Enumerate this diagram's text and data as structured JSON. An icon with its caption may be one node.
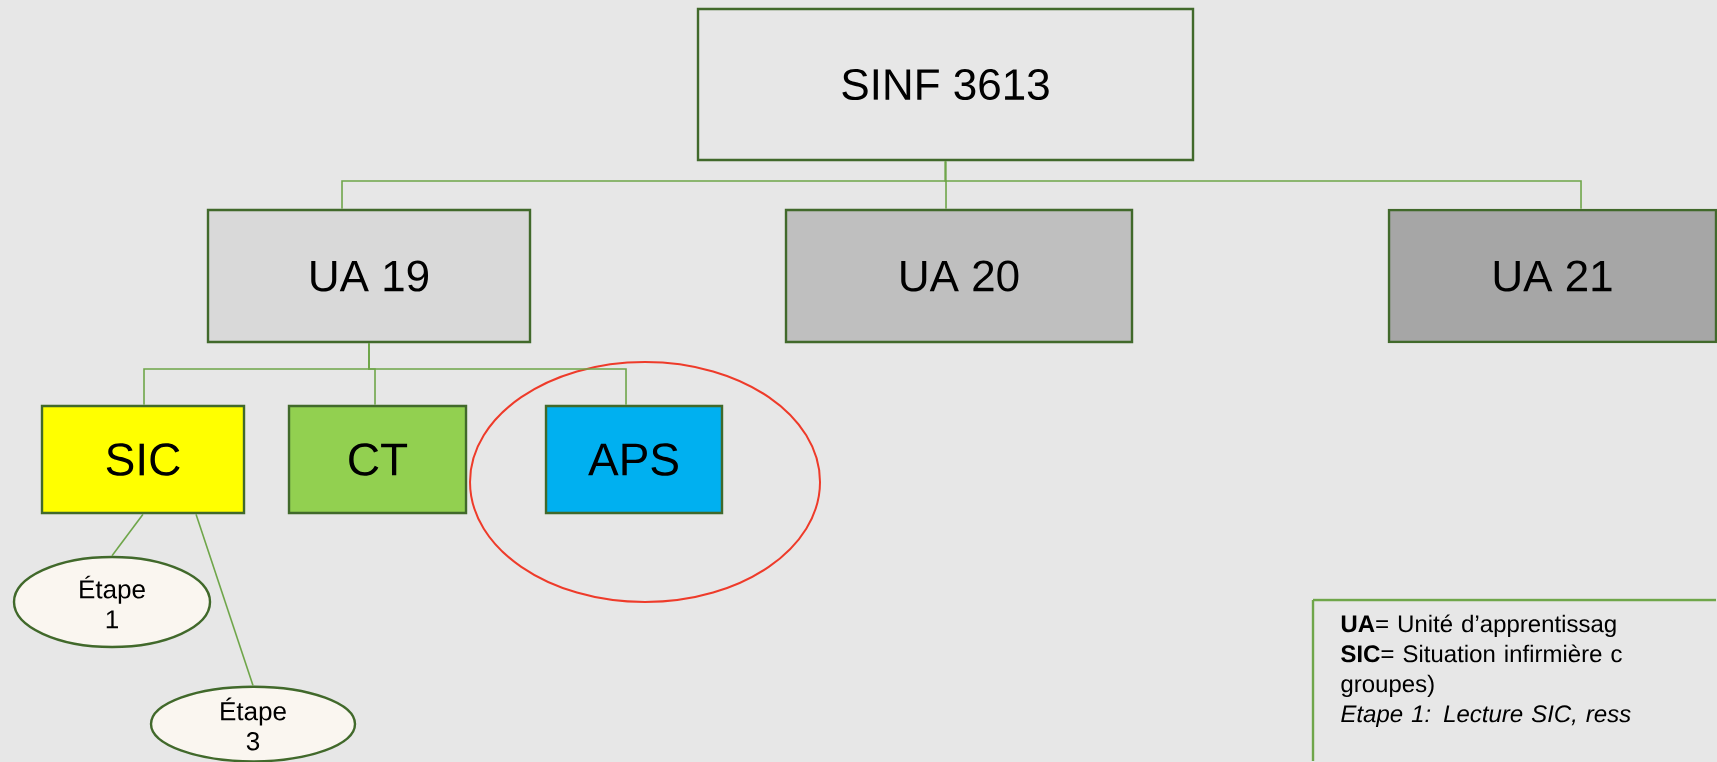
{
  "diagram": {
    "nodes": [
      {
        "text": [
          "SINF 3613"
        ]
      },
      {
        "text": [
          "UA 19"
        ]
      },
      {
        "text": [
          "UA 20"
        ]
      },
      {
        "text": [
          "UA 21"
        ]
      },
      {
        "text": [
          "SIC"
        ]
      },
      {
        "text": [
          "CT"
        ]
      },
      {
        "text": [
          "APS"
        ]
      },
      {
        "text": [
          "Étape 1"
        ]
      },
      {
        "text": [
          "Étape 3"
        ]
      },
      {
        "text": [
          "**UA**= Unité d’apprentissag",
          "**SIC**= Situation infirmière c groupes)",
          "Etape 1: Lecture SIC, ress"
        ]
      }
    ],
    "edges": [
      {
        "from": 0,
        "to": 1,
        "arrow": "none"
      },
      {
        "from": 0,
        "to": 2,
        "arrow": "none"
      },
      {
        "from": 0,
        "to": 3,
        "arrow": "none"
      },
      {
        "from": 1,
        "to": 4,
        "arrow": "none"
      },
      {
        "from": 1,
        "to": 5,
        "arrow": "none"
      },
      {
        "from": 1,
        "to": 6,
        "arrow": "none"
      },
      {
        "from": 4,
        "to": 7,
        "arrow": "none"
      },
      {
        "from": 4,
        "to": 8,
        "arrow": "none"
      }
    ]
  }
}
